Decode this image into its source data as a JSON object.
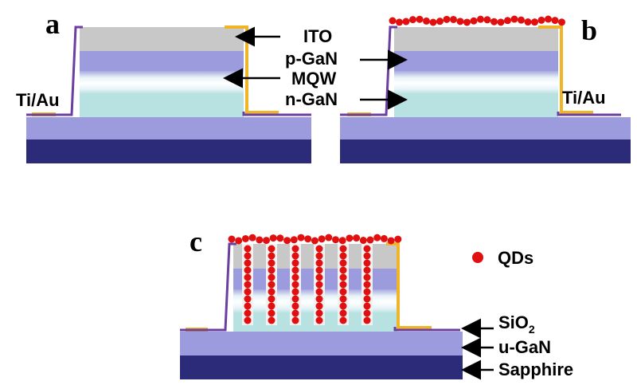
{
  "panels": {
    "a": {
      "letter": "a"
    },
    "b": {
      "letter": "b"
    },
    "c": {
      "letter": "c"
    }
  },
  "labels": {
    "ito": "ITO",
    "pgan": "p-GaN",
    "mqw": "MQW",
    "ngan": "n-GaN",
    "tiau_a": "Ti/Au",
    "tiau_b": "Ti/Au",
    "qds": "QDs",
    "sio2_main": "SiO",
    "sio2_sub": "2",
    "ugan": "u-GaN",
    "sapphire": "Sapphire"
  },
  "colors": {
    "sapphire": "#2b2b7a",
    "ugan": "#9b9bdd",
    "ngan": "#b8e2e2",
    "mqw_light": "#eaf6f8",
    "pgan": "#9b9bdd",
    "ito": "#c8c8c8",
    "sio2": "#6a3fa0",
    "metal": "#f0b429",
    "qd": "#e01010",
    "arrow": "#000000"
  },
  "icons": {
    "qd_marker": "red-dot-icon",
    "pointer": "arrow-icon"
  }
}
